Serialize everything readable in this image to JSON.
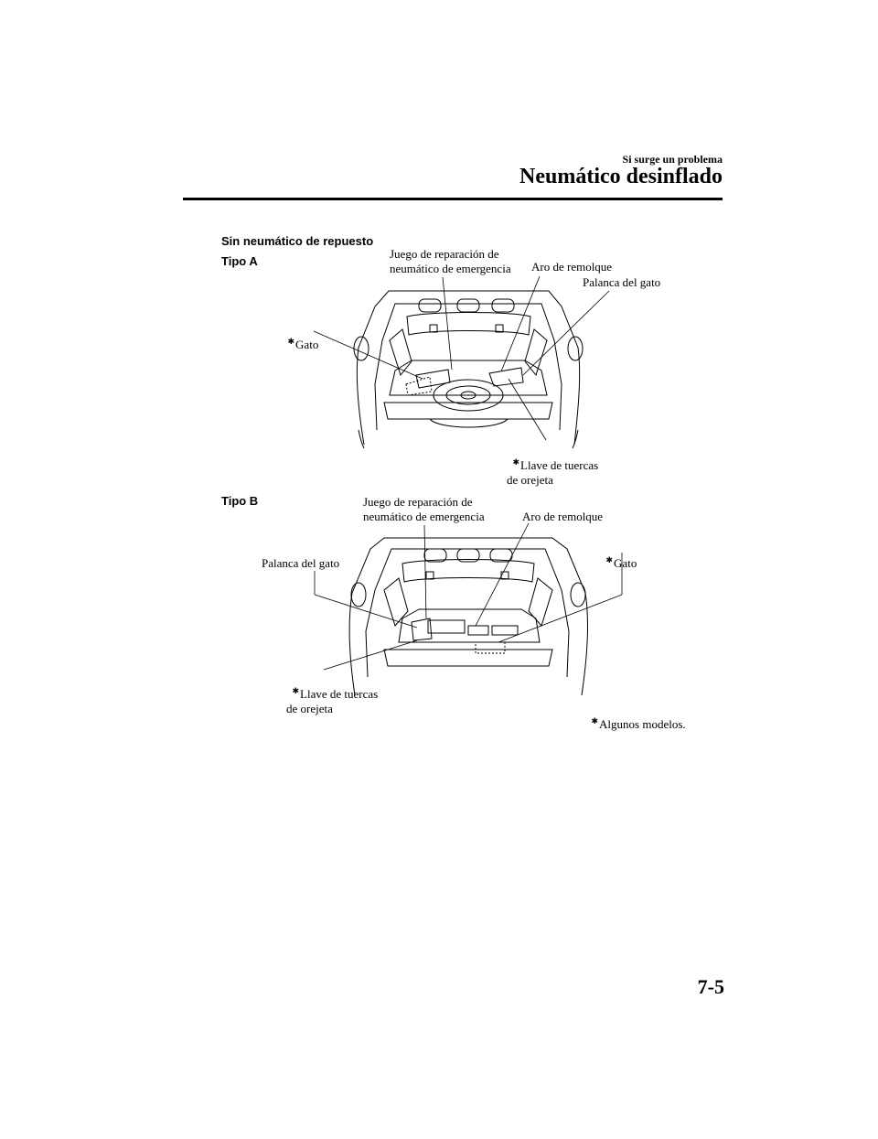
{
  "header": {
    "section": "Si surge un problema",
    "title": "Neumático desinflado"
  },
  "content": {
    "heading": "Sin neumático de repuesto",
    "type_a": {
      "label": "Tipo A",
      "callouts": {
        "repair_kit": "Juego de reparación de\nneumático de emergencia",
        "tow_ring": "Aro de remolque",
        "jack_lever": "Palanca del gato",
        "jack": "Gato",
        "lug_wrench": "Llave de tuercas\nde orejeta"
      }
    },
    "type_b": {
      "label": "Tipo B",
      "callouts": {
        "repair_kit": "Juego de reparación de\nneumático de emergencia",
        "tow_ring": "Aro de remolque",
        "jack": "Gato",
        "jack_lever": "Palanca del gato",
        "lug_wrench": "Llave de tuercas\nde orejeta"
      }
    },
    "footnote_marker": "✱",
    "footnote": "Algunos modelos."
  },
  "footer": {
    "page_number": "7-5"
  }
}
